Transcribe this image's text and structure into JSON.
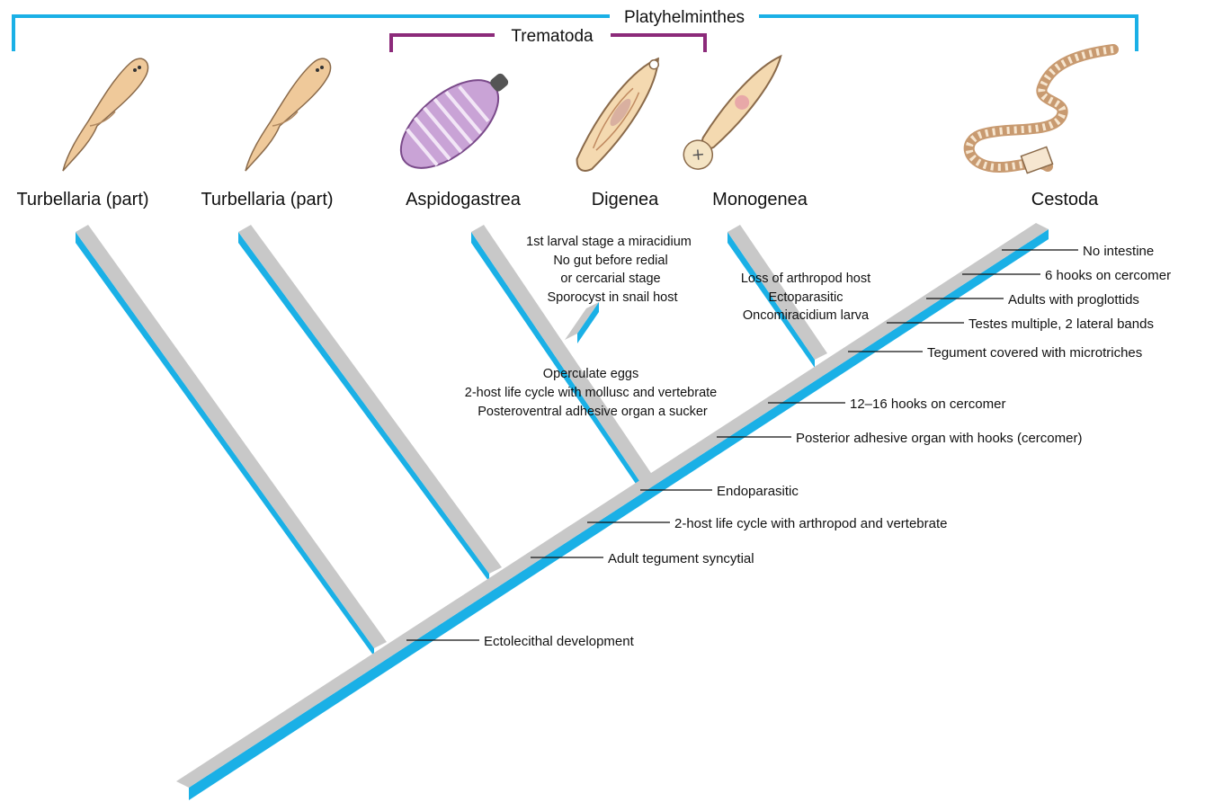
{
  "groups": {
    "outer": {
      "label": "Platyhelminthes",
      "color": "#1ab0e6"
    },
    "inner": {
      "label": "Trematoda",
      "color": "#8c2a7a"
    }
  },
  "taxa": [
    {
      "name": "Turbellaria (part)",
      "icon": "flatworm-icon"
    },
    {
      "name": "Turbellaria (part)",
      "icon": "flatworm-icon"
    },
    {
      "name": "Aspidogastrea",
      "icon": "aspidogastrean-icon"
    },
    {
      "name": "Digenea",
      "icon": "fluke-icon"
    },
    {
      "name": "Monogenea",
      "icon": "monogenean-icon"
    },
    {
      "name": "Cestoda",
      "icon": "tapeworm-icon"
    }
  ],
  "branch_notes": {
    "digenea": [
      "1st larval stage a miracidium",
      "No gut before redial",
      "or cercarial stage",
      "Sporocyst in snail host"
    ],
    "monogenea": [
      "Loss of arthropod host",
      "Ectoparasitic",
      "Oncomiracidium larva"
    ],
    "trematoda": [
      "Operculate eggs",
      "2-host life cycle with mollusc and vertebrate",
      "Posteroventral adhesive organ a sucker"
    ]
  },
  "characters": [
    "Ectolecithal development",
    "Adult tegument syncytial",
    "2-host life cycle with arthropod and vertebrate",
    "Endoparasitic",
    "Posterior adhesive organ with hooks (cercomer)",
    "12–16 hooks on cercomer",
    "Tegument covered with microtriches",
    "Testes multiple, 2 lateral bands",
    "Adults with proglottids",
    "6 hooks on cercomer",
    "No intestine"
  ],
  "colors": {
    "branch_face": "#1ab0e6",
    "branch_top": "#c8c8c8",
    "flatworm": "#efc99a",
    "aspidogastrea": "#c9a3d6",
    "outline": "#8a6a4a"
  }
}
